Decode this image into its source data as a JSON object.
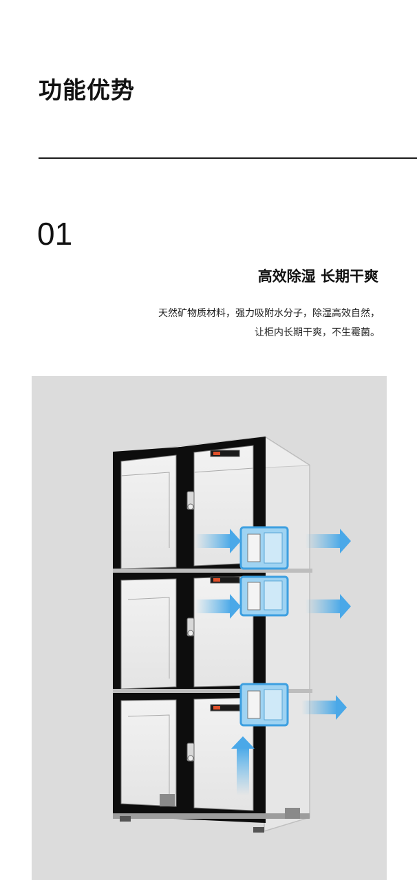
{
  "section": {
    "title": "功能优势"
  },
  "feature": {
    "number": "01",
    "heading": "高效除湿  长期干爽",
    "description_lines": [
      "天然矿物质材料，强力吸附水分子，除湿高效自然，",
      "让柜内长期干爽，不生霉菌。"
    ]
  },
  "image": {
    "background_color": "#dcdcdc",
    "frame_color": "#0d0d0d",
    "glass_color": "#e9e9e9",
    "module_color": "#5ab4e6",
    "arrow_color": "#5fb8ec",
    "display_color": "#e0502a"
  }
}
